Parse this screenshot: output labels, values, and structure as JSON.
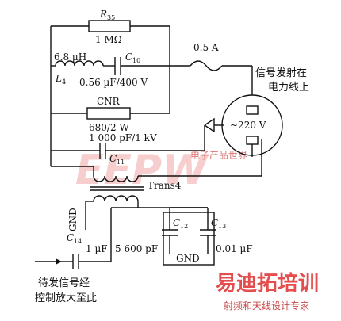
{
  "labels": {
    "r35_name": "R",
    "r35_sub": "35",
    "r35_value": "1 MΩ",
    "l4_inductance": "6.8 µH",
    "l4_name": "L",
    "l4_sub": "4",
    "c10_name": "C",
    "c10_sub": "10",
    "c10_value": "0.56 µF/400 V",
    "fuse_value": "0.5 A",
    "cnr_name": "CNR",
    "cnr_value": "680/2 W",
    "c11_value": "1 000 pF/1 kV",
    "c11_name": "C",
    "c11_sub": "11",
    "trans_name": "Trans4",
    "gnd_left": "GND",
    "c12_name": "C",
    "c12_sub": "12",
    "c13_name": "C",
    "c13_sub": "13",
    "c12_value": "5 600 pF",
    "c13_value": "0.01 µF",
    "gnd_bottom": "GND",
    "c14_name": "C",
    "c14_sub": "14",
    "c14_value": "1 µF",
    "signal_line1": "信号发射在",
    "signal_line2": "电力线上",
    "outlet_voltage": "~220 V",
    "input_line1": "待发信号经",
    "input_line2": "控制放大至此"
  },
  "watermarks": {
    "eepw": "EEPW",
    "eepw_side": "电子产品世界",
    "brand": "易迪拓培训",
    "brand_sub": "射频和天线设计专家"
  },
  "colors": {
    "line": "#111111",
    "watermark_red": "#e23b3b",
    "watermark_pink": "#f2a7a7"
  }
}
